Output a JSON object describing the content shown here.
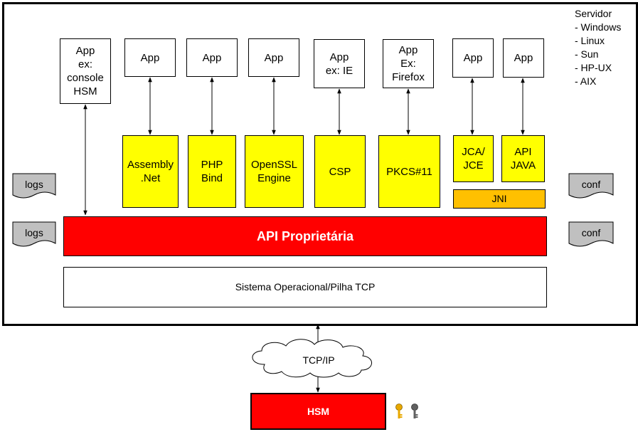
{
  "server": {
    "title": "Servidor",
    "systems": [
      "- Windows",
      "- Linux",
      "- Sun",
      "- HP-UX",
      "- AIX"
    ]
  },
  "apps": {
    "console": "App\nex:\nconsole\nHSM",
    "assembly": "App",
    "php": "App",
    "openssl": "App",
    "csp": "App\nex: IE",
    "pkcs": "App\nEx:\nFirefox",
    "jca": "App",
    "java": "App"
  },
  "components": {
    "assembly": "Assembly\n.Net",
    "php": "PHP\nBind",
    "openssl": "OpenSSL\nEngine",
    "csp": "CSP",
    "pkcs": "PKCS#11",
    "jca": "JCA/\nJCE",
    "java": "API\nJAVA",
    "jni": "JNI"
  },
  "side": {
    "logs_top": "logs",
    "logs_bottom": "logs",
    "conf_top": "conf",
    "conf_bottom": "conf"
  },
  "api_label": "API Proprietária",
  "os_label": "Sistema Operacional/Pilha TCP",
  "network_label": "TCP/IP",
  "hsm_label": "HSM",
  "colors": {
    "api": "#ff0000",
    "component": "#ffff00",
    "jni": "#ffc000",
    "document": "#c0c0c0",
    "key_gold": "#e8a800",
    "key_gray": "#606060"
  },
  "icons": [
    "key-gold-icon",
    "key-gray-icon",
    "document-icon",
    "cloud-icon"
  ]
}
